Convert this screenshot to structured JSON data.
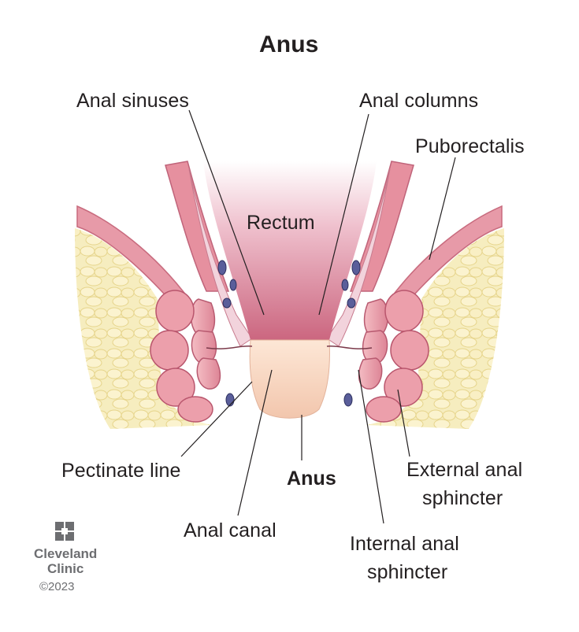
{
  "title": "Anus",
  "labels": {
    "anal_sinuses": "Anal sinuses",
    "anal_columns": "Anal columns",
    "puborectalis": "Puborectalis",
    "rectum": "Rectum",
    "pectinate_line": "Pectinate line",
    "anus": "Anus",
    "external_line1": "External anal",
    "external_line2": "sphincter",
    "anal_canal": "Anal canal",
    "internal_line1": "Internal anal",
    "internal_line2": "sphincter"
  },
  "logo": {
    "line1": "Cleveland",
    "line2": "Clinic",
    "copyright": "©2023"
  },
  "colors": {
    "muscle": "#e89aa6",
    "muscle_dark": "#c65a6e",
    "fat": "#f3e6a6",
    "rectum_lumen": "#e7a0b4",
    "canal": "#f7d8c4",
    "vessel": "#5a5e9a"
  }
}
